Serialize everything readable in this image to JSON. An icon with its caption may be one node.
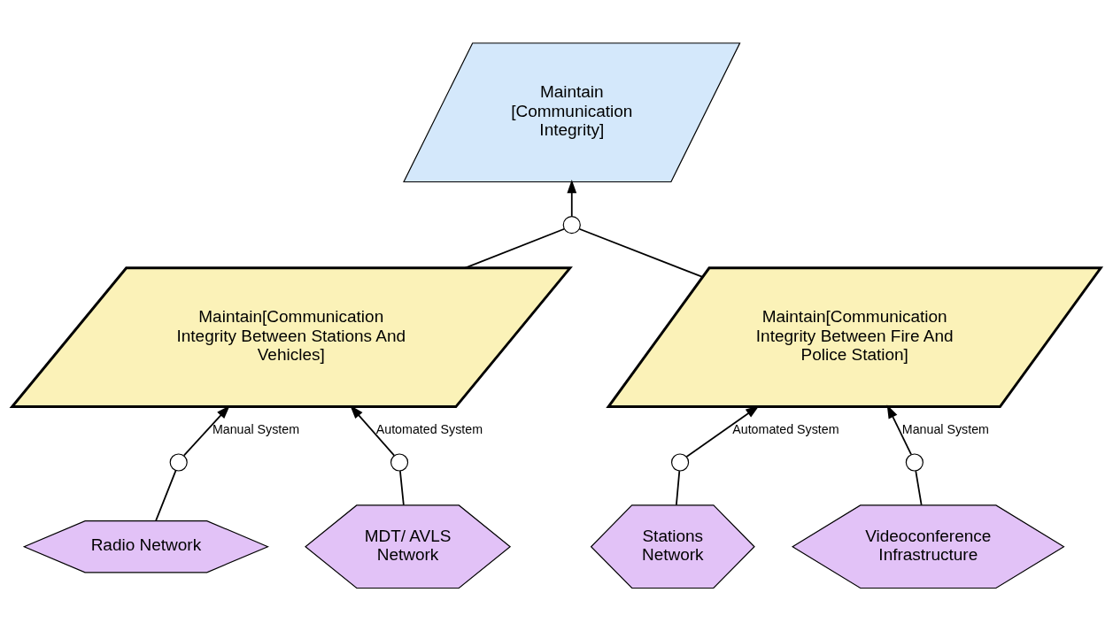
{
  "diagram": {
    "nodes": [
      {
        "text": [
          "Maintain [Communication Integrity]"
        ]
      },
      {
        "text": [],
        "shape": "circle"
      },
      {
        "text": [
          "Maintain[Communication Integrity Between Stations And Vehicles]"
        ]
      },
      {
        "text": [
          "Maintain[Communication Integrity Between Fire And Police Station]"
        ]
      },
      {
        "text": [],
        "shape": "circle"
      },
      {
        "text": [],
        "shape": "circle"
      },
      {
        "text": [],
        "shape": "circle"
      },
      {
        "text": [],
        "shape": "circle"
      },
      {
        "text": [
          "Radio Network"
        ]
      },
      {
        "text": [
          "MDT/ AVLS Network"
        ]
      },
      {
        "text": [
          "Stations Network"
        ]
      },
      {
        "text": [
          "Videoconference Infrastructure"
        ]
      }
    ],
    "edges": [
      {
        "from": 1,
        "to": 0,
        "arrow": "to"
      },
      {
        "from": 2,
        "to": 1,
        "arrow": "none"
      },
      {
        "from": 3,
        "to": 1,
        "arrow": "none"
      },
      {
        "from": 4,
        "to": 2,
        "arrow": "to",
        "label": "Manual System"
      },
      {
        "from": 5,
        "to": 2,
        "arrow": "to",
        "label": "Automated System"
      },
      {
        "from": 6,
        "to": 3,
        "arrow": "to",
        "label": "Automated System"
      },
      {
        "from": 7,
        "to": 3,
        "arrow": "to",
        "label": "Manual System"
      },
      {
        "from": 8,
        "to": 4,
        "arrow": "none"
      },
      {
        "from": 9,
        "to": 5,
        "arrow": "none"
      },
      {
        "from": 10,
        "to": 6,
        "arrow": "none"
      },
      {
        "from": 11,
        "to": 7,
        "arrow": "none"
      }
    ]
  }
}
